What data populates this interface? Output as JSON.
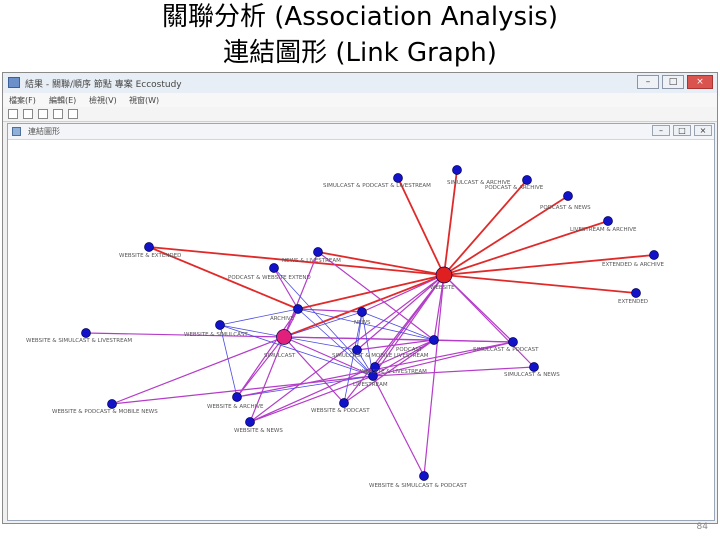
{
  "slide": {
    "title_line1": "關聯分析 (Association Analysis)",
    "title_line2": "連結圖形 (Link Graph)",
    "page_number": "84"
  },
  "app": {
    "title": "結果 - 關聯/順序 節點 專案 Eccostudy",
    "menu": [
      "檔案(F)",
      "編輯(E)",
      "檢視(V)",
      "視窗(W)"
    ],
    "window_buttons": [
      "–",
      "□",
      "×"
    ]
  },
  "inner_window": {
    "title": "連結圖形",
    "buttons": [
      "–",
      "□",
      "×"
    ]
  },
  "colors": {
    "node_blue": "#1212c8",
    "node_red": "#e02020",
    "node_pink": "#e0207a",
    "edge_red": "#e02a2a",
    "edge_purple": "#b43cc8",
    "edge_blue": "#4a4ae0"
  },
  "graph": {
    "nodes": [
      {
        "id": "website",
        "label": "WEBSITE",
        "kind": "hub-red"
      },
      {
        "id": "simulcast_archive",
        "label": "SIMULCAST & ARCHIVE",
        "kind": "blue"
      },
      {
        "id": "simulcast_podcast_livestream",
        "label": "SIMULCAST & PODCAST & LIVESTREAM",
        "kind": "blue"
      },
      {
        "id": "podcast_archive",
        "label": "PODCAST & ARCHIVE",
        "kind": "blue"
      },
      {
        "id": "podcast_news",
        "label": "PODCAST & NEWS",
        "kind": "blue"
      },
      {
        "id": "livestream_archive",
        "label": "LIVESTREAM & ARCHIVE",
        "kind": "blue"
      },
      {
        "id": "website_extended",
        "label": "WEBSITE & EXTENDED",
        "kind": "blue"
      },
      {
        "id": "news_livestream",
        "label": "NEWS & LIVESTREAM",
        "kind": "blue"
      },
      {
        "id": "extended_archive",
        "label": "EXTENDED & ARCHIVE",
        "kind": "blue"
      },
      {
        "id": "podcast_website_extend",
        "label": "PODCAST & WEBSITE EXTEND",
        "kind": "blue"
      },
      {
        "id": "extended",
        "label": "EXTENDED",
        "kind": "blue"
      },
      {
        "id": "archive",
        "label": "ARCHIVE",
        "kind": "blue"
      },
      {
        "id": "news",
        "label": "NEWS",
        "kind": "blue"
      },
      {
        "id": "website_simulcast_livestream",
        "label": "WEBSITE & SIMULCAST & LIVESTREAM",
        "kind": "blue"
      },
      {
        "id": "website_simulcast",
        "label": "WEBSITE & SIMULCAST",
        "kind": "blue"
      },
      {
        "id": "simulcast",
        "label": "SIMULCAST",
        "kind": "hub-pink"
      },
      {
        "id": "podcast",
        "label": "PODCAST",
        "kind": "blue"
      },
      {
        "id": "simulcast_mobile_livestream",
        "label": "SIMULCAST & MOBILE LIVESTREAM",
        "kind": "blue"
      },
      {
        "id": "simulcast_podcast",
        "label": "SIMULCAST & PODCAST",
        "kind": "blue"
      },
      {
        "id": "simulcast_news",
        "label": "SIMULCAST & NEWS",
        "kind": "blue"
      },
      {
        "id": "website_livestream",
        "label": "WEBSITE & LIVESTREAM",
        "kind": "blue"
      },
      {
        "id": "livestream",
        "label": "LIVESTREAM",
        "kind": "blue"
      },
      {
        "id": "website_podcast_mobile_news",
        "label": "WEBSITE & PODCAST & MOBILE NEWS",
        "kind": "blue"
      },
      {
        "id": "website_archive",
        "label": "WEBSITE & ARCHIVE",
        "kind": "blue"
      },
      {
        "id": "website_podcast",
        "label": "WEBSITE & PODCAST",
        "kind": "blue"
      },
      {
        "id": "website_news",
        "label": "WEBSITE & NEWS",
        "kind": "blue"
      },
      {
        "id": "website_simulcast_podcast",
        "label": "WEBSITE & SIMULCAST & PODCAST",
        "kind": "blue"
      }
    ],
    "edges": [
      [
        "website",
        "simulcast_archive",
        "red"
      ],
      [
        "website",
        "simulcast_podcast_livestream",
        "red"
      ],
      [
        "website",
        "podcast_archive",
        "red"
      ],
      [
        "website",
        "podcast_news",
        "red"
      ],
      [
        "website",
        "livestream_archive",
        "red"
      ],
      [
        "website",
        "extended_archive",
        "red"
      ],
      [
        "website",
        "extended",
        "red"
      ],
      [
        "website",
        "website_extended",
        "red"
      ],
      [
        "website",
        "archive",
        "red"
      ],
      [
        "website",
        "news_livestream",
        "red"
      ],
      [
        "website",
        "simulcast",
        "red"
      ],
      [
        "website",
        "podcast",
        "purple"
      ],
      [
        "website",
        "simulcast_podcast",
        "purple"
      ],
      [
        "website",
        "website_livestream",
        "purple"
      ],
      [
        "website",
        "livestream",
        "purple"
      ],
      [
        "website",
        "website_podcast",
        "purple"
      ],
      [
        "website",
        "website_news",
        "purple"
      ],
      [
        "website",
        "website_simulcast_podcast",
        "purple"
      ],
      [
        "website",
        "simulcast_mobile_livestream",
        "purple"
      ],
      [
        "website",
        "news",
        "purple"
      ],
      [
        "website",
        "simulcast_news",
        "purple"
      ],
      [
        "website_extended",
        "archive",
        "red"
      ],
      [
        "archive",
        "podcast_website_extend",
        "purple"
      ],
      [
        "archive",
        "news",
        "purple"
      ],
      [
        "archive",
        "simulcast",
        "purple"
      ],
      [
        "archive",
        "livestream",
        "blue"
      ],
      [
        "archive",
        "website_simulcast",
        "blue"
      ],
      [
        "archive",
        "podcast",
        "blue"
      ],
      [
        "archive",
        "website_archive",
        "purple"
      ],
      [
        "simulcast",
        "website_simulcast_livestream",
        "purple"
      ],
      [
        "simulcast",
        "podcast",
        "purple"
      ],
      [
        "simulcast",
        "livestream",
        "purple"
      ],
      [
        "simulcast",
        "website_archive",
        "purple"
      ],
      [
        "simulcast",
        "website_news",
        "purple"
      ],
      [
        "simulcast",
        "website_podcast",
        "purple"
      ],
      [
        "simulcast",
        "simulcast_podcast",
        "purple"
      ],
      [
        "simulcast",
        "simulcast_mobile_livestream",
        "blue"
      ],
      [
        "simulcast",
        "news",
        "blue"
      ],
      [
        "simulcast",
        "website_simulcast",
        "blue"
      ],
      [
        "simulcast",
        "website_podcast_mobile_news",
        "purple"
      ],
      [
        "simulcast",
        "news_livestream",
        "purple"
      ],
      [
        "livestream",
        "website_podcast_mobile_news",
        "purple"
      ],
      [
        "livestream",
        "website_simulcast_podcast",
        "purple"
      ],
      [
        "livestream",
        "simulcast_news",
        "purple"
      ],
      [
        "livestream",
        "simulcast_podcast",
        "purple"
      ],
      [
        "livestream",
        "podcast",
        "purple"
      ],
      [
        "livestream",
        "news",
        "blue"
      ],
      [
        "livestream",
        "website_archive",
        "blue"
      ],
      [
        "livestream",
        "website_news",
        "purple"
      ],
      [
        "livestream",
        "simulcast_mobile_livestream",
        "blue"
      ],
      [
        "podcast",
        "news",
        "blue"
      ],
      [
        "podcast",
        "website_news",
        "purple"
      ],
      [
        "podcast",
        "website_podcast",
        "purple"
      ],
      [
        "podcast",
        "simulcast_mobile_livestream",
        "purple"
      ],
      [
        "news",
        "simulcast_mobile_livestream",
        "blue"
      ],
      [
        "news",
        "website_podcast",
        "blue"
      ],
      [
        "news_livestream",
        "podcast",
        "purple"
      ],
      [
        "podcast_website_extend",
        "livestream",
        "blue"
      ],
      [
        "website_simulcast",
        "livestream",
        "blue"
      ],
      [
        "website_simulcast",
        "website_archive",
        "blue"
      ],
      [
        "simulcast_podcast",
        "website_archive",
        "purple"
      ],
      [
        "simulcast_podcast",
        "podcast",
        "purple"
      ]
    ]
  }
}
